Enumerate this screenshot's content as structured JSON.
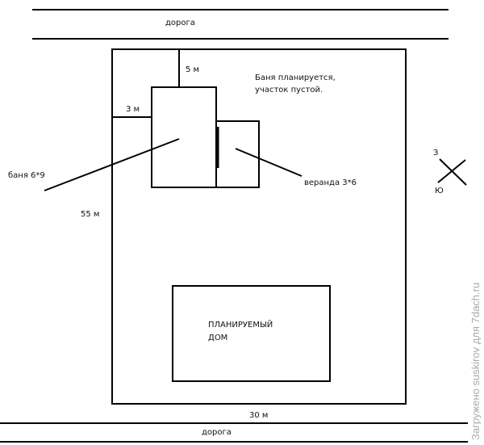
{
  "labels": {
    "road_top": "дорога",
    "road_bottom": "дорога",
    "dist_top": "5 м",
    "dist_left": "3 м",
    "plot_length": "55 м",
    "plot_width": "30 м",
    "note_line1": "Баня планируется,",
    "note_line2": "участок пустой.",
    "banya": "баня 6*9",
    "veranda": "веранда 3*6",
    "house_line1": "ПЛАНИРУЕМЫЙ",
    "house_line2": "ДОМ",
    "compass_west": "З",
    "compass_south": "Ю"
  },
  "watermark": "Загружено suskirov для 7dach.ru"
}
